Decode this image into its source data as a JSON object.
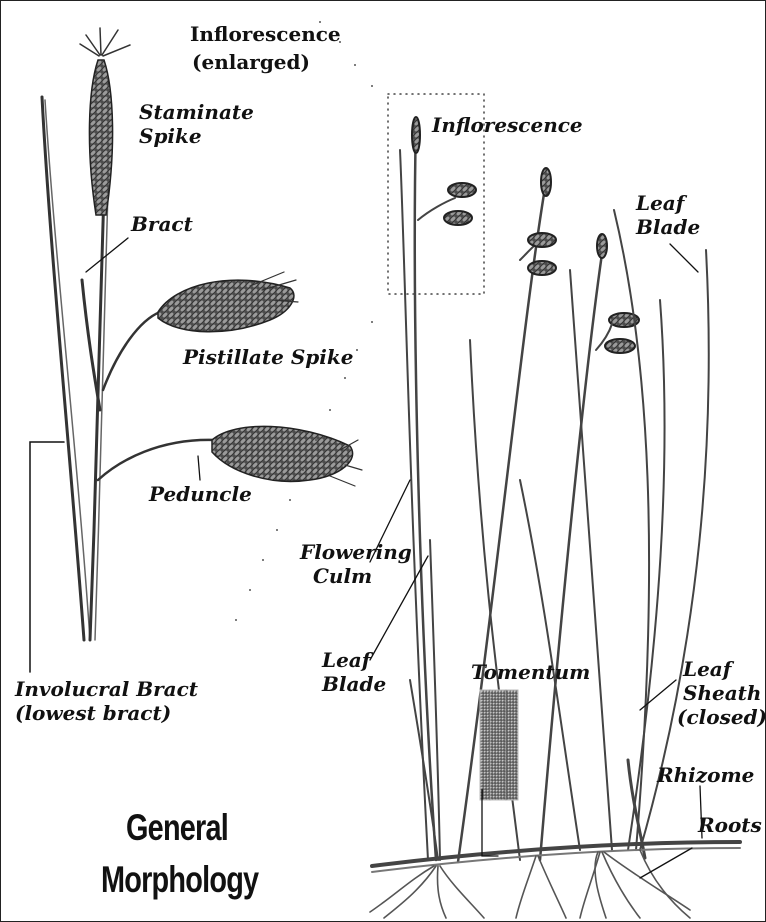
{
  "header": {
    "inflorescence_enlarged_line1": "Inflorescence",
    "inflorescence_enlarged_line2": "(enlarged)"
  },
  "title": {
    "line1": "General",
    "line2": "Morphology"
  },
  "labels": {
    "staminate_spike_line1": "Staminate",
    "staminate_spike_line2": "Spike",
    "bract": "Bract",
    "pistillate_spike": "Pistillate Spike",
    "peduncle": "Peduncle",
    "involucral_bract_line1": "Involucral Bract",
    "involucral_bract_line2": "(lowest bract)",
    "inflorescence": "Inflorescence",
    "leaf_blade_top_line1": "Leaf",
    "leaf_blade_top_line2": "Blade",
    "flowering_culm_line1": "Flowering",
    "flowering_culm_line2": "Culm",
    "leaf_blade_lower_line1": "Leaf",
    "leaf_blade_lower_line2": "Blade",
    "tomentum": "Tomentum",
    "leaf_sheath_line1": "Leaf",
    "leaf_sheath_line2": "Sheath",
    "leaf_sheath_line3": "(closed)",
    "rhizome": "Rhizome",
    "roots": "Roots"
  }
}
